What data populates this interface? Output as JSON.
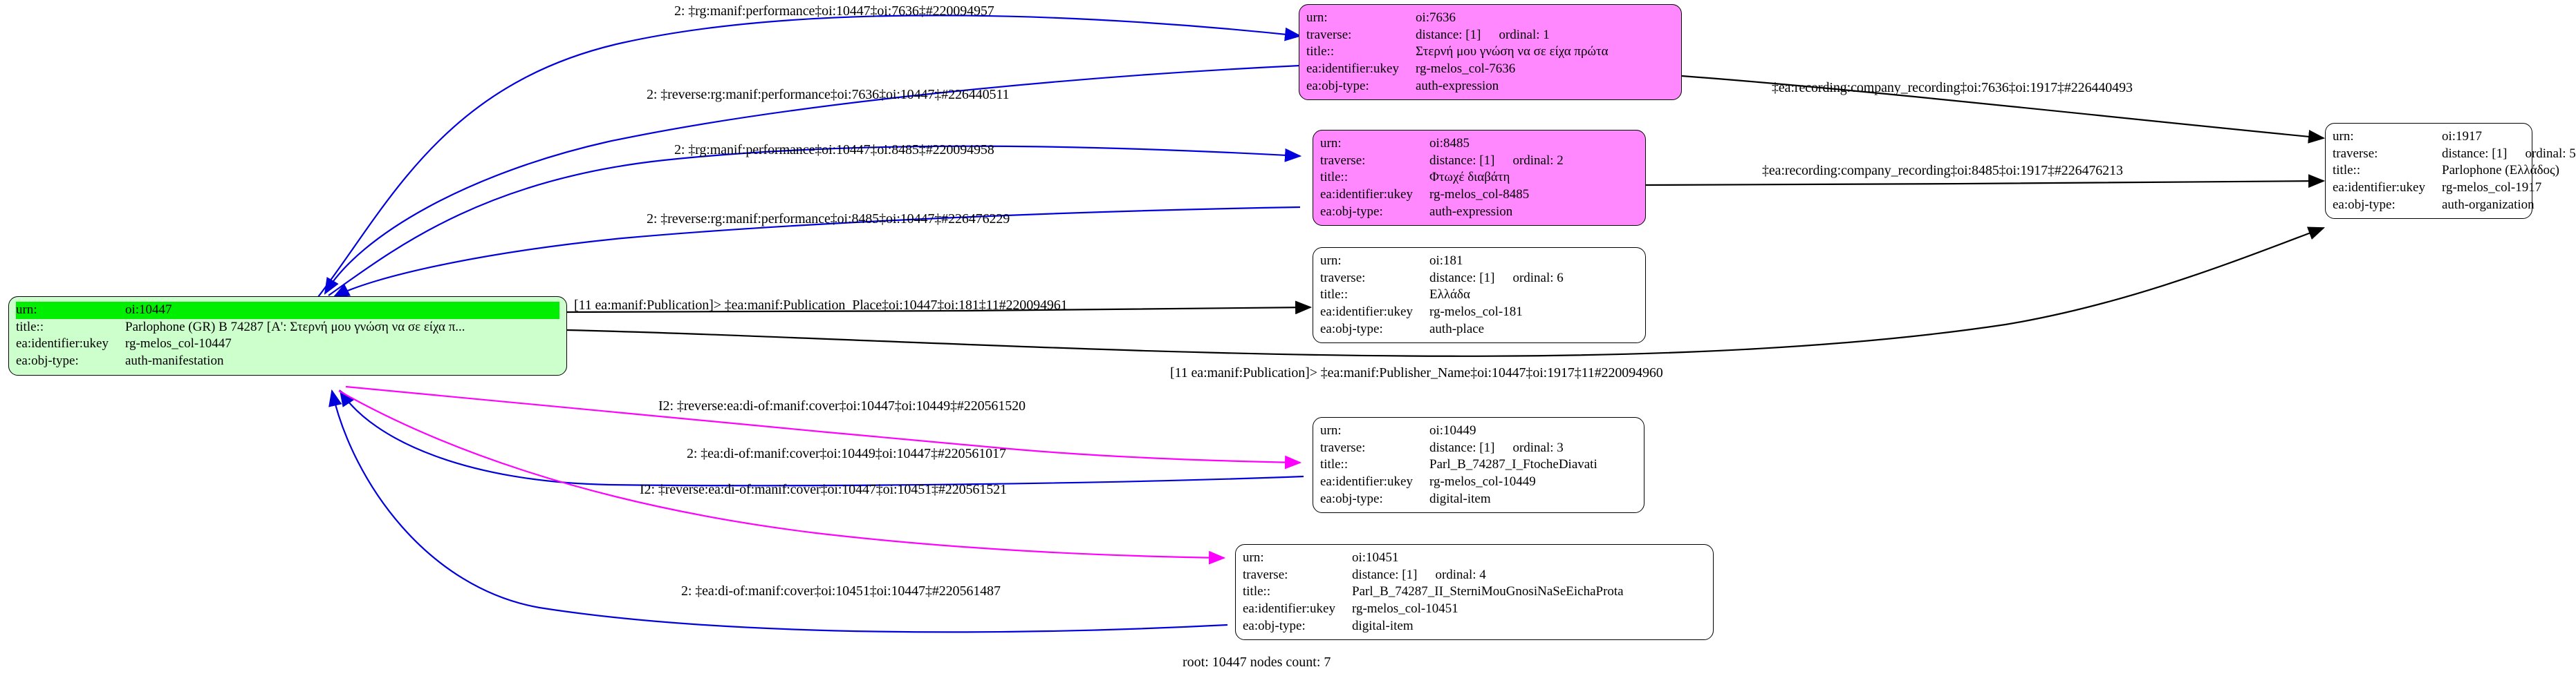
{
  "graph": {
    "footer": "root: 10447 nodes count: 7",
    "field_labels": {
      "urn": "urn:",
      "traverse": "traverse:",
      "title": "title::",
      "identifier": "ea:identifier:ukey",
      "objtype": "ea:obj-type:"
    },
    "colors": {
      "root_fill": "#ccffcc",
      "root_highlight": "#00ee00",
      "expression_fill": "#ff88ff",
      "plain_fill": "#ffffff",
      "edge_blue": "#0000dd",
      "edge_black": "#000000",
      "edge_magenta": "#ff00ff",
      "border": "#000000"
    }
  },
  "nodes": [
    {
      "id": "n10447",
      "urn": "oi:10447",
      "traverse": null,
      "title": "Parlophone (GR) B 74287 [A': Στερνή μου γνώση να σε είχα π...",
      "identifier": "rg-melos_col-10447",
      "objtype": "auth-manifestation"
    },
    {
      "id": "n7636",
      "urn": "oi:7636",
      "traverse_distance": "distance: [1]",
      "traverse_ordinal": "ordinal: 1",
      "title": "Στερνή μου γνώση να σε είχα πρώτα",
      "identifier": "rg-melos_col-7636",
      "objtype": "auth-expression"
    },
    {
      "id": "n8485",
      "urn": "oi:8485",
      "traverse_distance": "distance: [1]",
      "traverse_ordinal": "ordinal: 2",
      "title": "Φτωχέ διαβάτη",
      "identifier": "rg-melos_col-8485",
      "objtype": "auth-expression"
    },
    {
      "id": "n181",
      "urn": "oi:181",
      "traverse_distance": "distance: [1]",
      "traverse_ordinal": "ordinal: 6",
      "title": "Ελλάδα",
      "identifier": "rg-melos_col-181",
      "objtype": "auth-place"
    },
    {
      "id": "n1917",
      "urn": "oi:1917",
      "traverse_distance": "distance: [1]",
      "traverse_ordinal": "ordinal: 5",
      "title": "Parlophone (Ελλάδος)",
      "identifier": "rg-melos_col-1917",
      "objtype": "auth-organization"
    },
    {
      "id": "n10449",
      "urn": "oi:10449",
      "traverse_distance": "distance: [1]",
      "traverse_ordinal": "ordinal: 3",
      "title": "Parl_B_74287_I_FtocheDiavati",
      "identifier": "rg-melos_col-10449",
      "objtype": "digital-item"
    },
    {
      "id": "n10451",
      "urn": "oi:10451",
      "traverse_distance": "distance: [1]",
      "traverse_ordinal": "ordinal: 4",
      "title": "Parl_B_74287_II_SterniMouGnosiNaSeEichaProta",
      "identifier": "rg-melos_col-10451",
      "objtype": "digital-item"
    }
  ],
  "edge_labels": [
    {
      "id": "e1",
      "text": "2: ‡rg:manif:performance‡oi:10447‡oi:7636‡#220094957",
      "color": "#0000dd"
    },
    {
      "id": "e2",
      "text": "2: ‡reverse:rg:manif:performance‡oi:7636‡oi:10447‡#226440511",
      "color": "#0000dd"
    },
    {
      "id": "e3",
      "text": "2: ‡rg:manif:performance‡oi:10447‡oi:8485‡#220094958",
      "color": "#0000dd"
    },
    {
      "id": "e4",
      "text": "2: ‡reverse:rg:manif:performance‡oi:8485‡oi:10447‡#226476229",
      "color": "#0000dd"
    },
    {
      "id": "e5",
      "text": "‡ea:recording:company_recording‡oi:7636‡oi:1917‡#226440493",
      "color": "#000000"
    },
    {
      "id": "e6",
      "text": "‡ea:recording:company_recording‡oi:8485‡oi:1917‡#226476213",
      "color": "#000000"
    },
    {
      "id": "e7",
      "text": "[11 ea:manif:Publication]> ‡ea:manif:Publication_Place‡oi:10447‡oi:181‡11#220094961",
      "color": "#000000"
    },
    {
      "id": "e8",
      "text": "[11 ea:manif:Publication]> ‡ea:manif:Publisher_Name‡oi:10447‡oi:1917‡11#220094960",
      "color": "#000000"
    },
    {
      "id": "e9",
      "text": "I2: ‡reverse:ea:di-of:manif:cover‡oi:10447‡oi:10449‡#220561520",
      "color": "#ff00ff"
    },
    {
      "id": "e10",
      "text": "2: ‡ea:di-of:manif:cover‡oi:10449‡oi:10447‡#220561017",
      "color": "#0000dd"
    },
    {
      "id": "e11",
      "text": "I2: ‡reverse:ea:di-of:manif:cover‡oi:10447‡oi:10451‡#220561521",
      "color": "#ff00ff"
    },
    {
      "id": "e12",
      "text": "2: ‡ea:di-of:manif:cover‡oi:10451‡oi:10447‡#220561487",
      "color": "#0000dd"
    }
  ]
}
